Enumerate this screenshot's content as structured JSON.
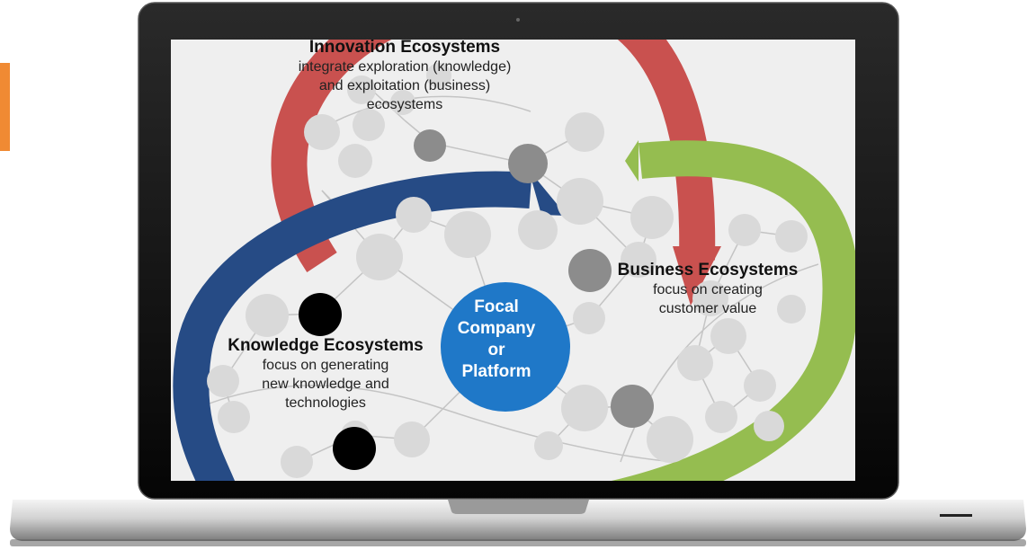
{
  "colors": {
    "accent": "#f08a33",
    "innovation_arc": "#c9514f",
    "business_arc": "#95bd50",
    "knowledge_arc": "#264b85",
    "focal_circle": "#1f78c8",
    "node_light": "#d9d9d9",
    "node_dark": "#8c8c8c",
    "node_black": "#000000"
  },
  "diagram": {
    "innovation": {
      "title": "Innovation Ecosystems",
      "lines": [
        "integrate exploration (knowledge)",
        "and exploitation (business)",
        "ecosystems"
      ]
    },
    "business": {
      "title": "Business Ecosystems",
      "lines": [
        "focus on creating",
        "customer value"
      ]
    },
    "knowledge": {
      "title": "Knowledge Ecosystems",
      "lines": [
        "focus on generating",
        "new knowledge and",
        "technologies"
      ]
    },
    "focal": {
      "lines": [
        "Focal",
        "Company",
        "or",
        "Platform"
      ]
    }
  }
}
